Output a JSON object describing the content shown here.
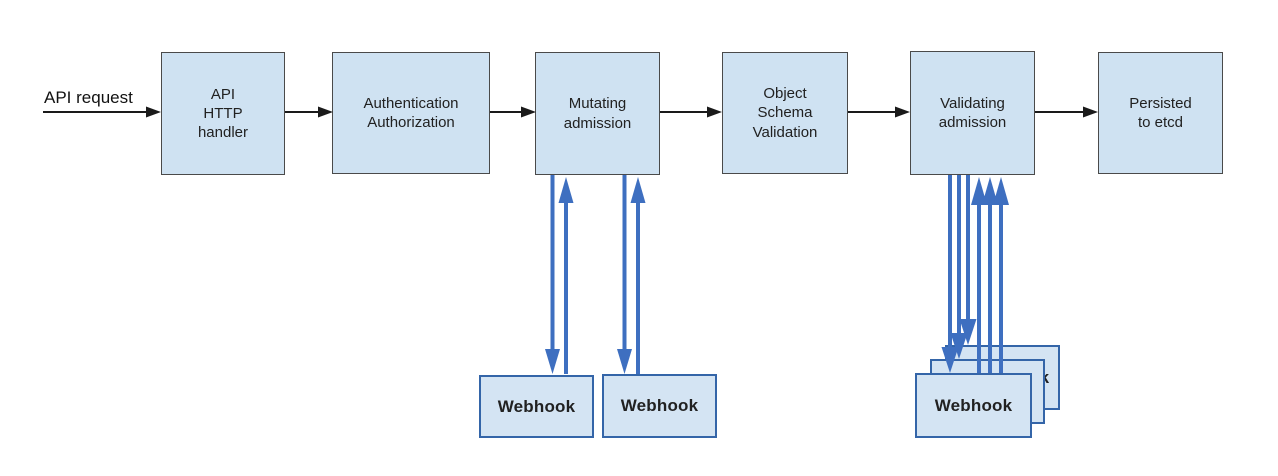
{
  "diagram": {
    "flow_label": "API request",
    "nodes": [
      {
        "id": "api-http-handler",
        "label": "API\nHTTP\nhandler"
      },
      {
        "id": "authentication-authorization",
        "label": "Authentication\nAuthorization"
      },
      {
        "id": "mutating-admission",
        "label": "Mutating\nadmission"
      },
      {
        "id": "object-schema-validation",
        "label": "Object\nSchema\nValidation"
      },
      {
        "id": "validating-admission",
        "label": "Validating\nadmission"
      },
      {
        "id": "persisted-to-etcd",
        "label": "Persisted\nto etcd"
      }
    ],
    "mutating_webhooks": [
      "Webhook",
      "Webhook"
    ],
    "validating_webhooks": [
      "Webhook",
      "Webhook",
      "Webhook"
    ],
    "colors": {
      "node_fill": "#cfe2f2",
      "node_border": "#4a4a4a",
      "webhook_fill": "#d4e4f3",
      "webhook_border": "#3465a8",
      "arrow_black": "#1a1a1a",
      "arrow_blue": "#3e6fc0",
      "text_color": "#212121",
      "background": "#ffffff"
    }
  }
}
